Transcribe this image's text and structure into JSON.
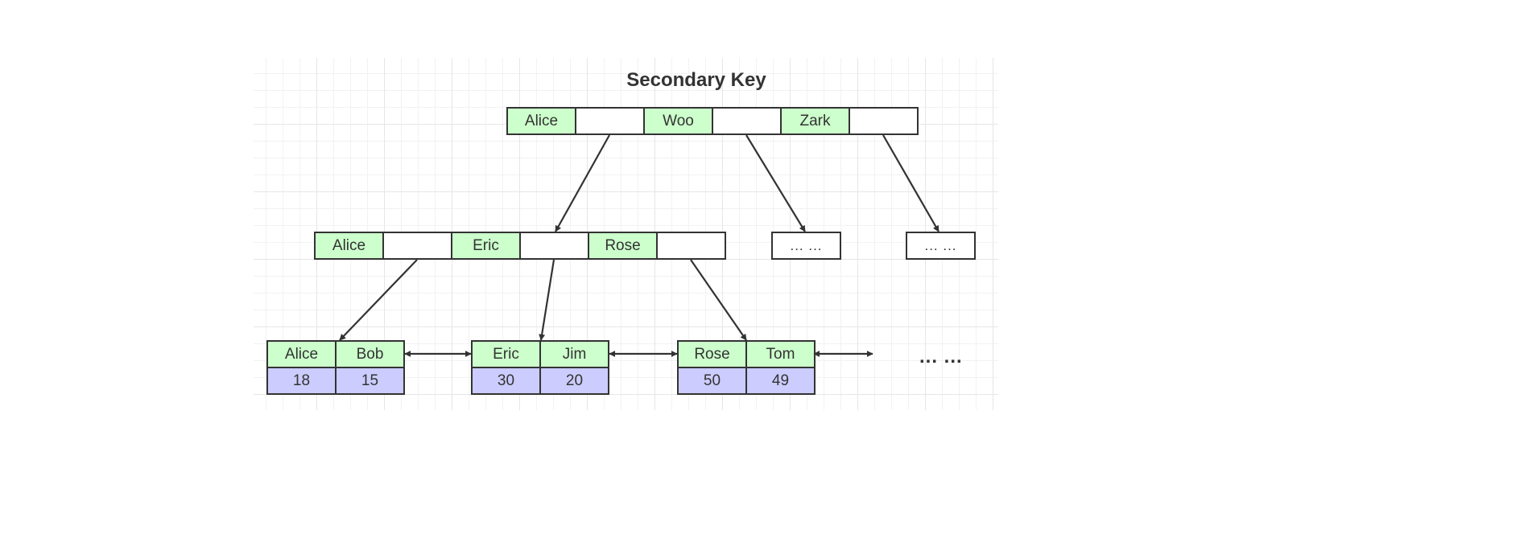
{
  "title": "Secondary Key",
  "root": {
    "keys": [
      "Alice",
      "Woo",
      "Zark"
    ]
  },
  "level2": {
    "keys": [
      "Alice",
      "Eric",
      "Rose"
    ],
    "placeholder_1": "... ...",
    "placeholder_2": "... ..."
  },
  "leaves": [
    {
      "keys": [
        "Alice",
        "Bob"
      ],
      "values": [
        "18",
        "15"
      ]
    },
    {
      "keys": [
        "Eric",
        "Jim"
      ],
      "values": [
        "30",
        "20"
      ]
    },
    {
      "keys": [
        "Rose",
        "Tom"
      ],
      "values": [
        "50",
        "49"
      ]
    }
  ],
  "leaf_continuation": "... ...",
  "colors": {
    "key_fill": "#ccffcc",
    "value_fill": "#ccccff",
    "stroke": "#333333"
  }
}
